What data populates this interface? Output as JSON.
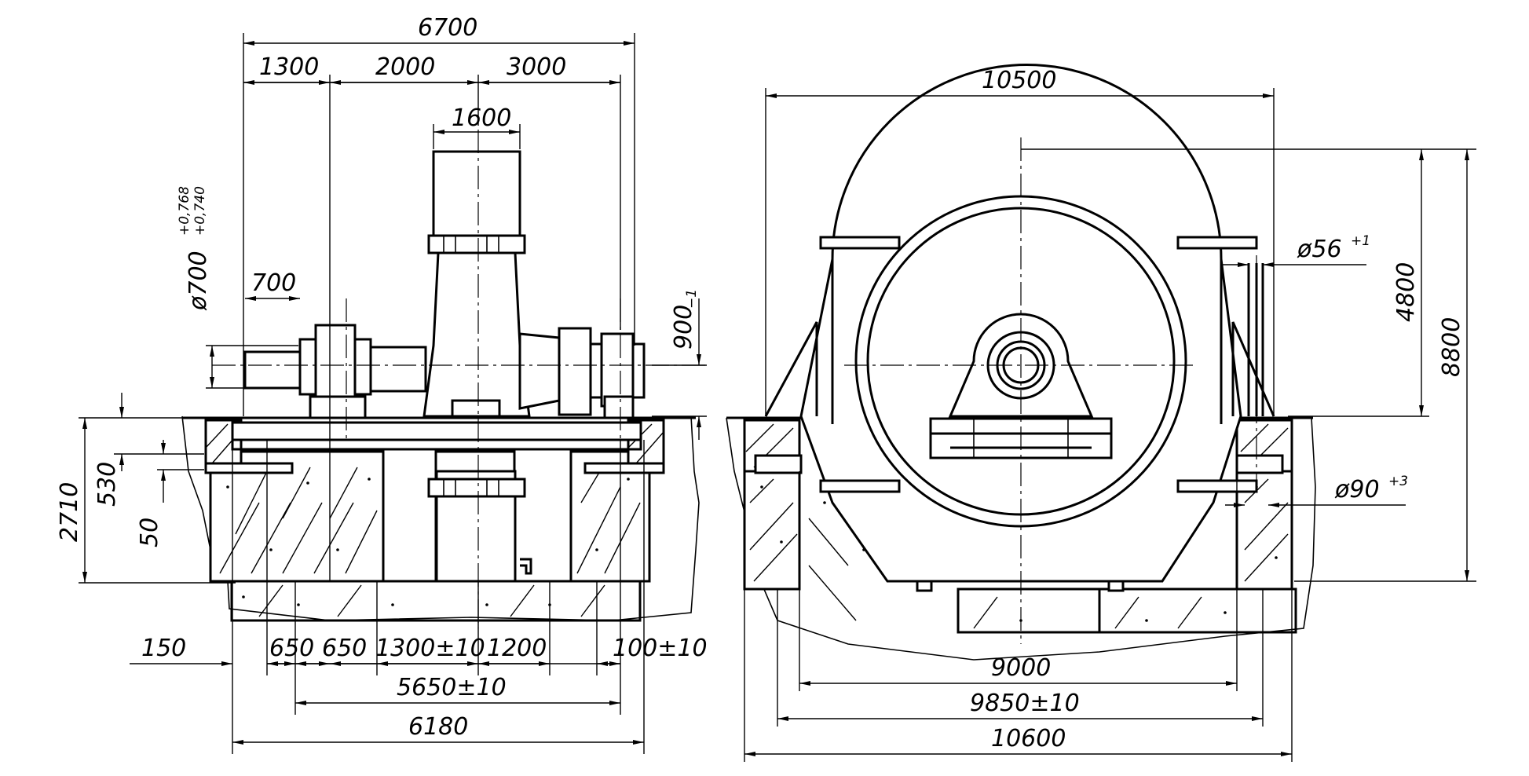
{
  "drawing": {
    "left_view": {
      "dims": {
        "overall_top": "6700",
        "seg_a": "1300",
        "seg_b": "2000",
        "seg_c": "3000",
        "column_width": "1600",
        "shaft_dia": "ø700",
        "shaft_dia_tol_upper": "+0,768",
        "shaft_dia_tol_lower": "+0,740",
        "shaft_length": "700",
        "axis_height": "900",
        "axis_height_tol": "−1",
        "depth_total": "2710",
        "slab_thickness": "530",
        "recess": "50",
        "b1": "150",
        "b2": "650",
        "b3": "650",
        "b4": "1300±10",
        "b5": "1200",
        "b6": "100±10",
        "bolt_span": "5650±10",
        "base_width": "6180"
      }
    },
    "right_view": {
      "dims": {
        "overall_top": "10500",
        "bolt_hole": "ø56",
        "bolt_hole_tol": "+1",
        "upper_height": "4800",
        "total_height": "8800",
        "sleeve_dia": "ø90",
        "sleeve_dia_tol": "+3",
        "inner_span": "9000",
        "bolt_span": "9850±10",
        "base_width": "10600"
      }
    }
  }
}
